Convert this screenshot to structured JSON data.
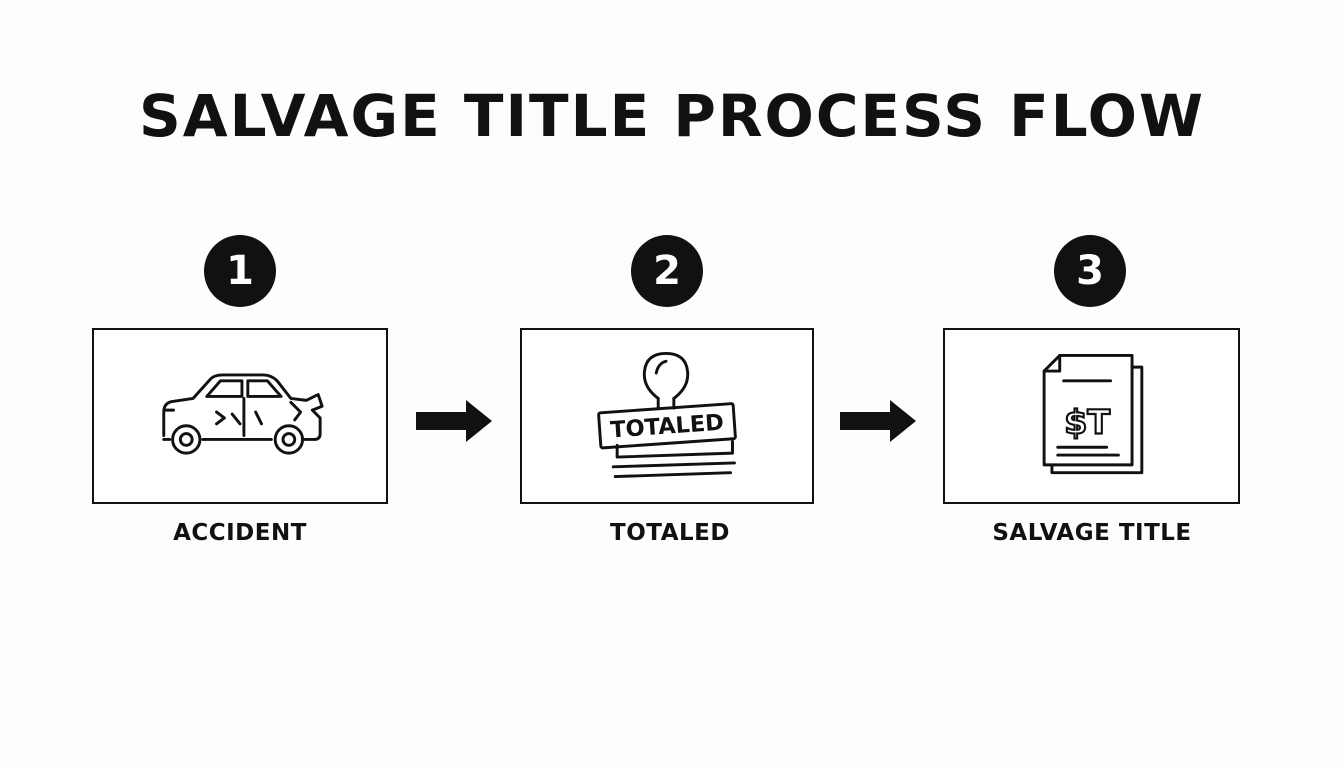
{
  "title": "SALVAGE TITLE PROCESS FLOW",
  "steps": [
    {
      "number": "1",
      "label": "ACCIDENT",
      "icon": "crashed-car-icon"
    },
    {
      "number": "2",
      "label": "TOTALED",
      "icon": "totaled-stamp-icon",
      "stamp_text": "TOTALED"
    },
    {
      "number": "3",
      "label": "SALVAGE TITLE",
      "icon": "title-document-icon",
      "document_text": "$T"
    }
  ],
  "connectors": [
    "arrow-right-icon",
    "arrow-right-icon"
  ],
  "colors": {
    "ink": "#111111",
    "background": "#fdfdfd"
  }
}
